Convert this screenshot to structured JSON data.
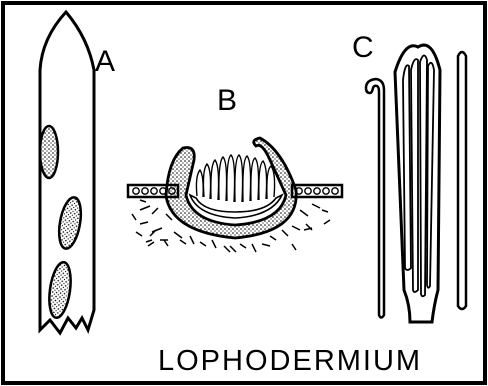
{
  "figure": {
    "labels": {
      "a": "A",
      "b": "B",
      "c": "C"
    },
    "title": "LOPHODERMIUM"
  }
}
